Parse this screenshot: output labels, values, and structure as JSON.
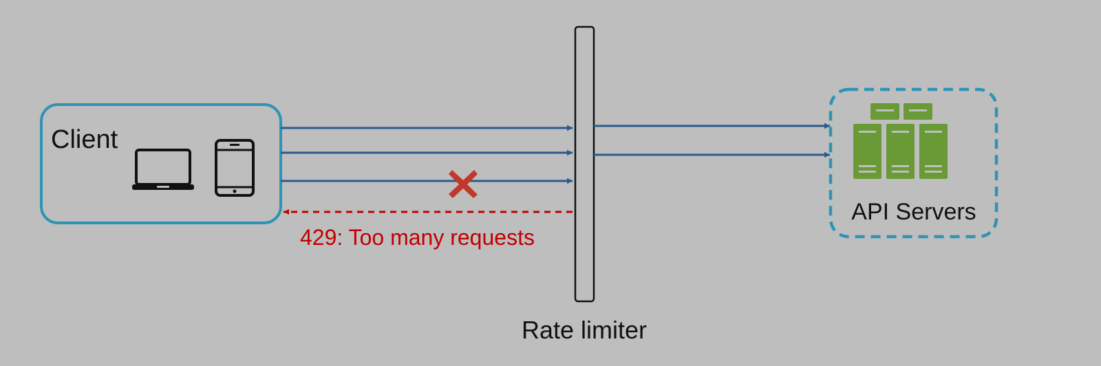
{
  "client": {
    "label": "Client",
    "devices": [
      "laptop-icon",
      "phone-icon"
    ]
  },
  "rate_limiter": {
    "label": "Rate limiter"
  },
  "api_servers": {
    "label": "API Servers",
    "icon": "server-rack-icon"
  },
  "rejection": {
    "label": "429: Too many requests",
    "icon": "cross-icon"
  },
  "colors": {
    "background": "#bebebe",
    "client_border": "#2f93b4",
    "servers_border": "#2f93b4",
    "arrow": "#2b5b8c",
    "rejection": "#c00000",
    "cross": "#c0392b",
    "server_green": "#6a9a36"
  }
}
